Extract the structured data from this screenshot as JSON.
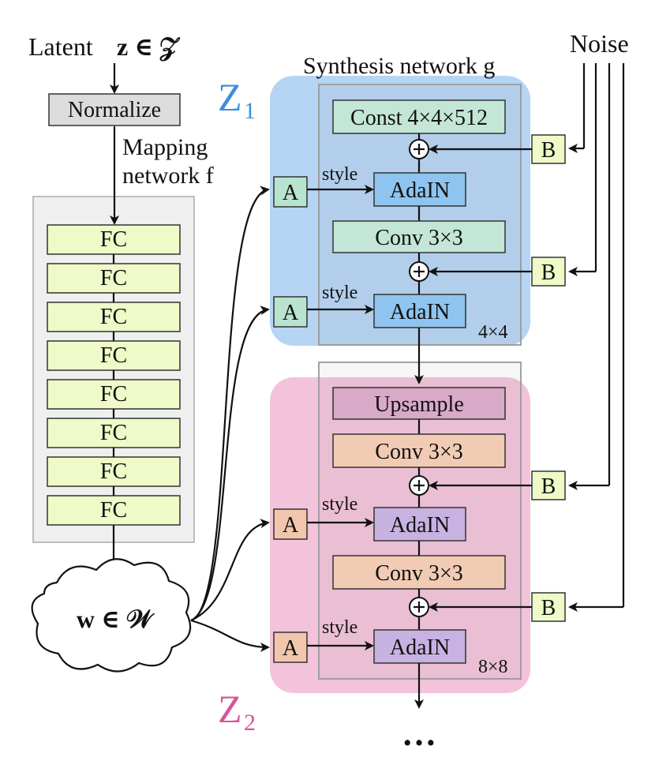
{
  "latent_label": "Latent",
  "latent_symbol": "z ∈ 𝒵",
  "normalize_label": "Normalize",
  "mapping_label_1": "Mapping",
  "mapping_label_2": "network f",
  "fc_label": "FC",
  "w_label": "w ∈ 𝒲",
  "synthesis_label": "Synthesis network g",
  "noise_label": "Noise",
  "z1_label": "Z",
  "z1_sub": "1",
  "z2_label": "Z",
  "z2_sub": "2",
  "const_label": "Const 4×4×512",
  "conv_label": "Conv 3×3",
  "upsample_label": "Upsample",
  "adain_label": "AdaIN",
  "style_label": "style",
  "a_label": "A",
  "b_label": "B",
  "res1_label": "4×4",
  "res2_label": "8×8",
  "ellipsis": "…",
  "colors": {
    "z1_region": "#a9cdf2",
    "z2_region": "#f0b9d3",
    "fc_box": "#eefac8",
    "const_conv_blue": "#c3e6d6",
    "adain_blue": "#8ec4ef",
    "a_blue": "#b7e3cf",
    "upsample": "#d9a9c8",
    "conv_orange": "#f1cbb4",
    "adain_purple": "#c8b2e2",
    "a_orange": "#f2c6ac",
    "b_box": "#eefac8",
    "z1_text": "#3d8ede",
    "z2_text": "#d6559b"
  }
}
